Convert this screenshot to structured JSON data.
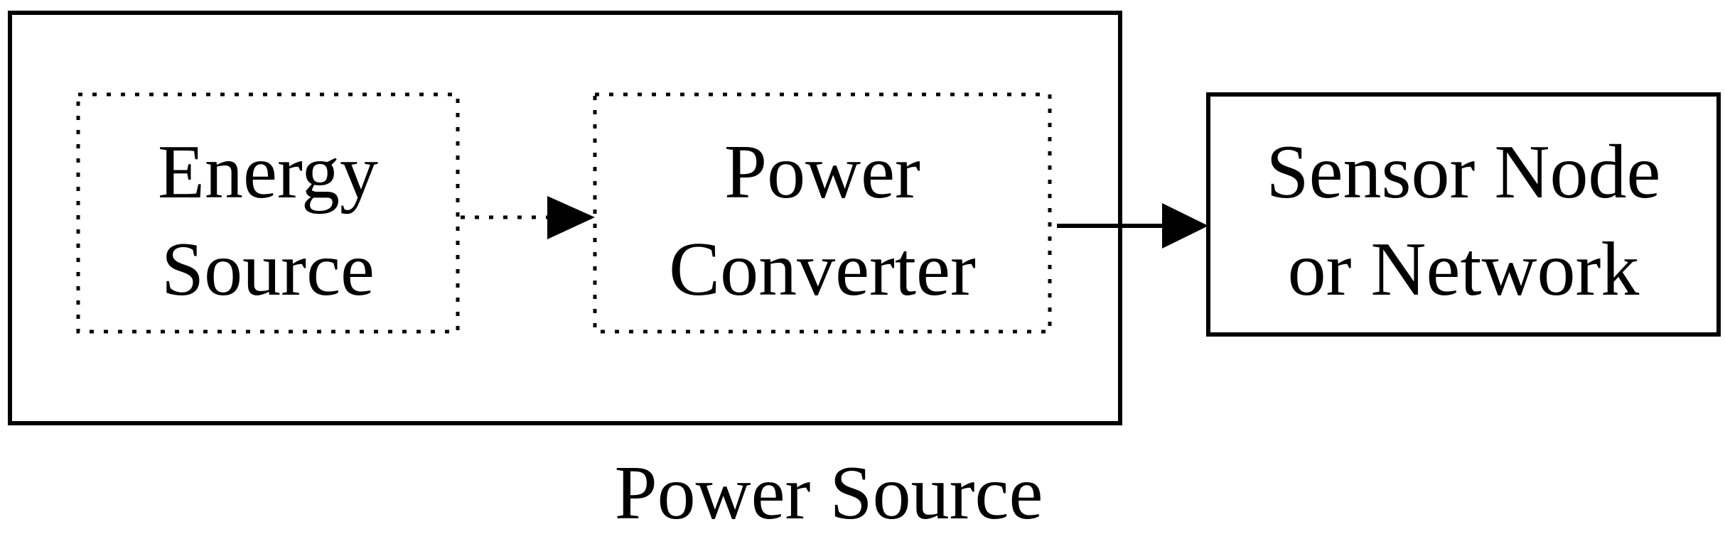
{
  "diagram": {
    "outer_group": {
      "label": "Power Source"
    },
    "nodes": {
      "energy_source": {
        "line1": "Energy",
        "line2": "Source"
      },
      "power_converter": {
        "line1": "Power",
        "line2": "Converter"
      },
      "sensor_node": {
        "line1": "Sensor Node",
        "line2": "or Network"
      }
    },
    "colors": {
      "stroke": "#000000",
      "background": "#ffffff"
    }
  }
}
